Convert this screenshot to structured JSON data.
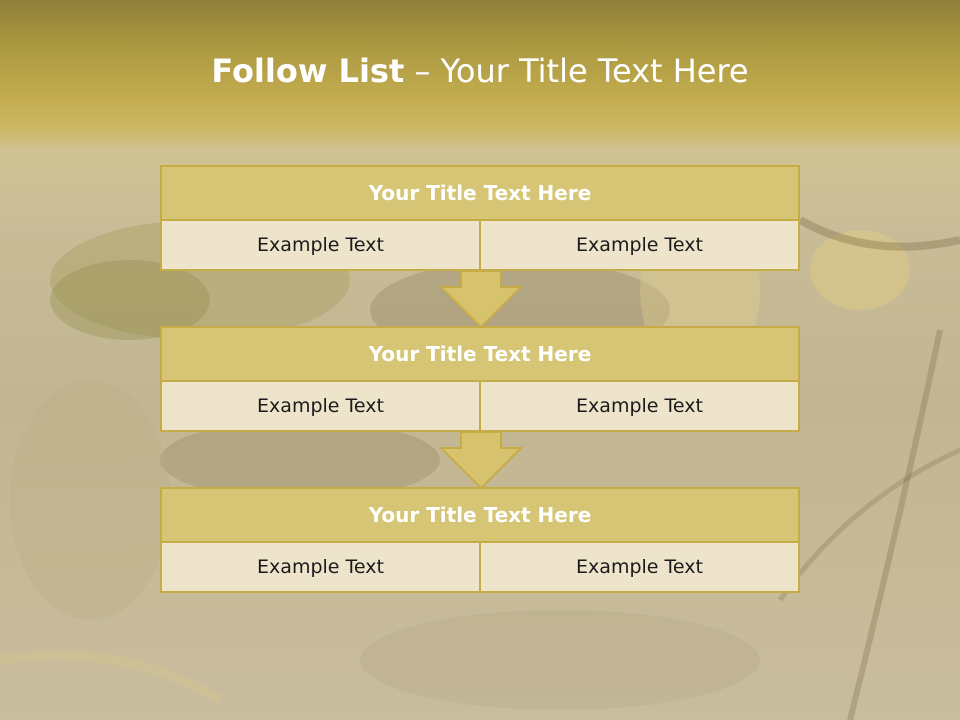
{
  "slide": {
    "title_bold": "Follow List",
    "title_rest": " – Your Title Text Here"
  },
  "blocks": [
    {
      "title": "Your Title Text Here",
      "left": "Example Text",
      "right": "Example Text"
    },
    {
      "title": "Your Title Text Here",
      "left": "Example Text",
      "right": "Example Text"
    },
    {
      "title": "Your Title Text Here",
      "left": "Example Text",
      "right": "Example Text"
    }
  ],
  "colors": {
    "header_fill": "#d5c575",
    "border": "#c6ac46",
    "cell_fill": "#ede4cb",
    "arrow_fill": "#d7c36d"
  }
}
